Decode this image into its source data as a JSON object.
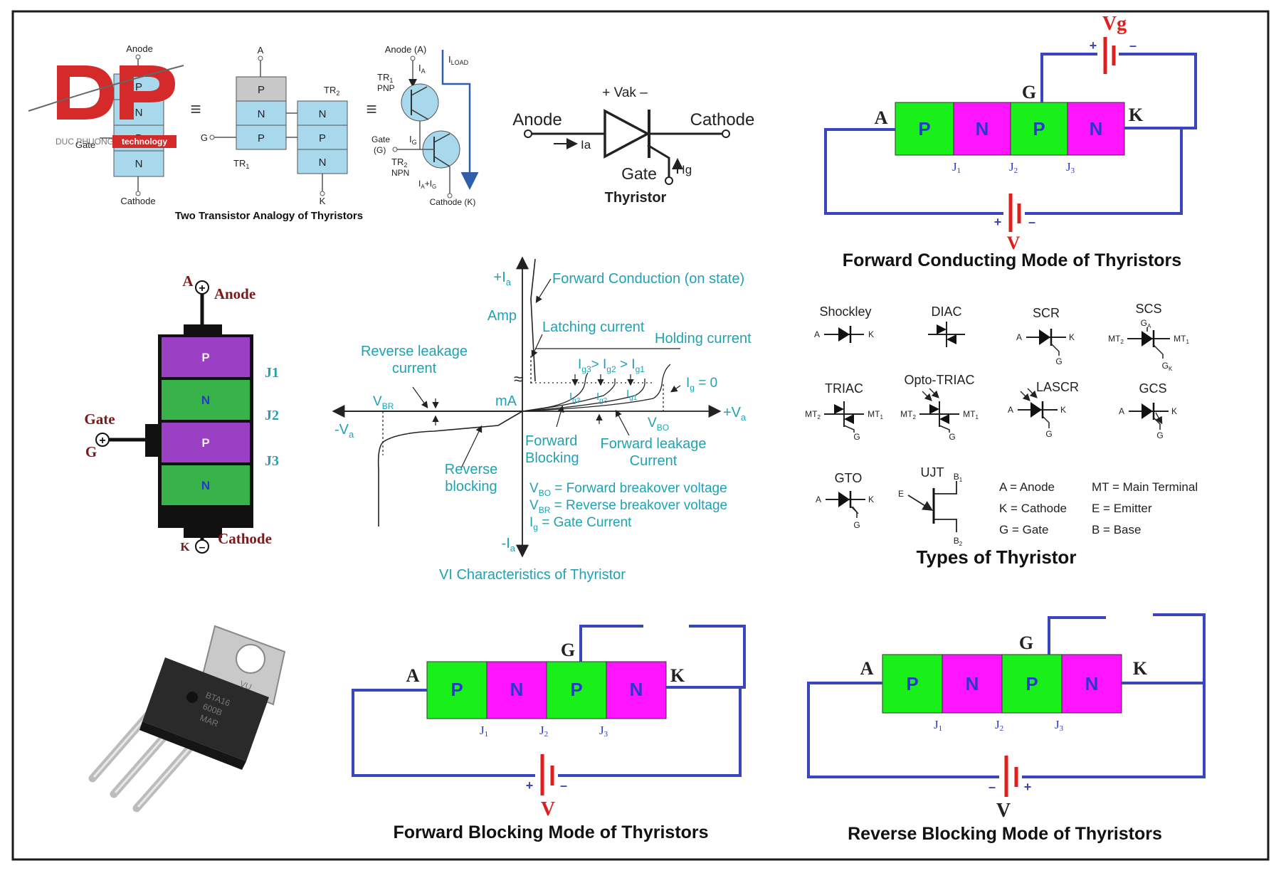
{
  "colors": {
    "frame": "#1a1a1a",
    "wire": "#3a46c0",
    "p_green": "#19f019",
    "n_magenta": "#ff14ff",
    "label_blue": "#2a3ac8",
    "maroon": "#7a1a1a",
    "battery_red": "#e01e1e",
    "purple_layer": "#9b40c4",
    "green_layer": "#37b34a",
    "teal": "#1fa2b4",
    "light_blue": "#a8d8ec",
    "grey_block": "#c8c8c8",
    "logo_red": "#d42a2a"
  },
  "logo": {
    "mark": "DP",
    "company": "DUC PHUONG",
    "tagline": "technology"
  },
  "two_transistor": {
    "title": "Two Transistor Analogy of Thyristors",
    "pnpn": {
      "anode": "Anode",
      "cathode": "Cathode",
      "gate": "Gate",
      "layers": [
        "P",
        "N",
        "P",
        "N"
      ]
    },
    "split": {
      "a": "A",
      "g": "G",
      "k": "K",
      "tr1": "TR",
      "tr1_sub": "1",
      "tr2": "TR",
      "tr2_sub": "2",
      "top": [
        "P",
        "N",
        "P"
      ],
      "bottom": [
        "N",
        "P",
        "N"
      ]
    },
    "circuit": {
      "anode": "Anode (A)",
      "ia": "I",
      "ia_sub": "A",
      "iload": "I",
      "iload_sub": "LOAD",
      "tr1": "TR",
      "tr1_sub": "1",
      "pnp": "PNP",
      "gate": "Gate",
      "gate_g": "(G)",
      "ig": "I",
      "ig_sub": "G",
      "tr2": "TR",
      "tr2_sub": "2",
      "npn": "NPN",
      "sum": "I",
      "sum_sub1": "A",
      "sum_plus": "+I",
      "sum_sub2": "G",
      "cathode": "Cathode (K)"
    }
  },
  "thyristor_symbol": {
    "title": "Thyristor",
    "vak": "+ Vak –",
    "anode": "Anode",
    "cathode": "Cathode",
    "ia": "Ia",
    "gate": "Gate",
    "ig": "Ig"
  },
  "forward_conducting": {
    "title": "Forward Conducting Mode of Thyristors",
    "vg": "Vg",
    "plus": "+",
    "minus": "–",
    "v": "V",
    "a": "A",
    "g": "G",
    "k": "K",
    "layers": [
      "P",
      "N",
      "P",
      "N"
    ],
    "junctions": [
      "J",
      "J",
      "J"
    ],
    "junction_subs": [
      "1",
      "2",
      "3"
    ]
  },
  "pnpn_block": {
    "a": "A",
    "anode": "Anode",
    "gate": "Gate",
    "g": "G",
    "k": "K",
    "cathode": "Cathode",
    "plus": "+",
    "minus": "–",
    "layers": [
      "P",
      "N",
      "P",
      "N"
    ],
    "junctions": [
      "J1",
      "J2",
      "J3"
    ]
  },
  "chart_data": {
    "type": "line",
    "title": "VI Characteristics of Thyristor",
    "xlabel": "+V",
    "xlabel_sub": "a",
    "ylabel": "+I",
    "ylabel_sub": "a",
    "neg_x": "-V",
    "neg_x_sub": "a",
    "neg_y": "-I",
    "neg_y_sub": "a",
    "amp": "Amp",
    "ma": "mA",
    "annotations": {
      "forward_conduction": "Forward Conduction (on state)",
      "latching": "Latching current",
      "holding": "Holding current",
      "reverse_leakage_1": "Reverse leakage",
      "reverse_leakage_2": "current",
      "ig_order": [
        "I",
        "g3",
        "> I",
        "g2",
        " > I",
        "g1"
      ],
      "ig_zero": "I",
      "ig_zero_sub": "g",
      "ig_zero_val": " = 0",
      "vbr": "V",
      "vbr_sub": "BR",
      "vbo": "V",
      "vbo_sub": "BO",
      "ig3": "I",
      "ig3_sub": "g3",
      "ig2": "I",
      "ig2_sub": "g2",
      "ig1": "I",
      "ig1_sub": "g1",
      "forward_blocking_1": "Forward",
      "forward_blocking_2": "Blocking",
      "forward_leakage_1": "Forward leakage",
      "forward_leakage_2": "Current",
      "reverse_blocking_1": "Reverse",
      "reverse_blocking_2": "blocking"
    },
    "legend": [
      {
        "sym": "V",
        "sub": "BO",
        "text": " = Forward breakover voltage"
      },
      {
        "sym": "V",
        "sub": "BR",
        "text": " = Reverse breakover voltage"
      },
      {
        "sym": "I",
        "sub": "g",
        "text": " = Gate Current"
      }
    ]
  },
  "types": {
    "title": "Types of Thyristor",
    "items": [
      {
        "name": "Shockley",
        "a": "A",
        "k": "K"
      },
      {
        "name": "DIAC"
      },
      {
        "name": "SCR",
        "a": "A",
        "k": "K",
        "g": "G"
      },
      {
        "name": "SCS",
        "mt2": "MT",
        "mt2_sub": "2",
        "mt1": "MT",
        "mt1_sub": "1",
        "ga": "G",
        "ga_sub": "A",
        "gk": "G",
        "gk_sub": "K"
      },
      {
        "name": "TRIAC",
        "mt2": "MT",
        "mt2_sub": "2",
        "mt1": "MT",
        "mt1_sub": "1",
        "g": "G"
      },
      {
        "name": "Opto-TRIAC",
        "mt2": "MT",
        "mt2_sub": "2",
        "mt1": "MT",
        "mt1_sub": "1",
        "g": "G"
      },
      {
        "name": "LASCR",
        "a": "A",
        "k": "K",
        "g": "G"
      },
      {
        "name": "GCS",
        "a": "A",
        "k": "K",
        "g": "G"
      },
      {
        "name": "GTO",
        "a": "A",
        "k": "K",
        "g": "G"
      },
      {
        "name": "UJT",
        "e": "E",
        "b1": "B",
        "b1_sub": "1",
        "b2": "B",
        "b2_sub": "2"
      }
    ],
    "legend": [
      "A = Anode",
      "K = Cathode",
      "G = Gate",
      "MT = Main Terminal",
      "E = Emitter",
      "B = Base"
    ]
  },
  "package": {
    "marking": [
      "BTA16",
      "600B",
      "MAR",
      "VU"
    ]
  },
  "forward_blocking": {
    "title": "Forward Blocking Mode of Thyristors",
    "a": "A",
    "g": "G",
    "k": "K",
    "v": "V",
    "plus": "+",
    "minus": "–",
    "layers": [
      "P",
      "N",
      "P",
      "N"
    ],
    "junctions": [
      "J",
      "J",
      "J"
    ],
    "junction_subs": [
      "1",
      "2",
      "3"
    ]
  },
  "reverse_blocking": {
    "title": "Reverse Blocking Mode of Thyristors",
    "a": "A",
    "g": "G",
    "k": "K",
    "v": "V",
    "plus": "+",
    "minus": "–",
    "layers": [
      "P",
      "N",
      "P",
      "N"
    ],
    "junctions": [
      "J",
      "J",
      "J"
    ],
    "junction_subs": [
      "1",
      "2",
      "3"
    ]
  }
}
